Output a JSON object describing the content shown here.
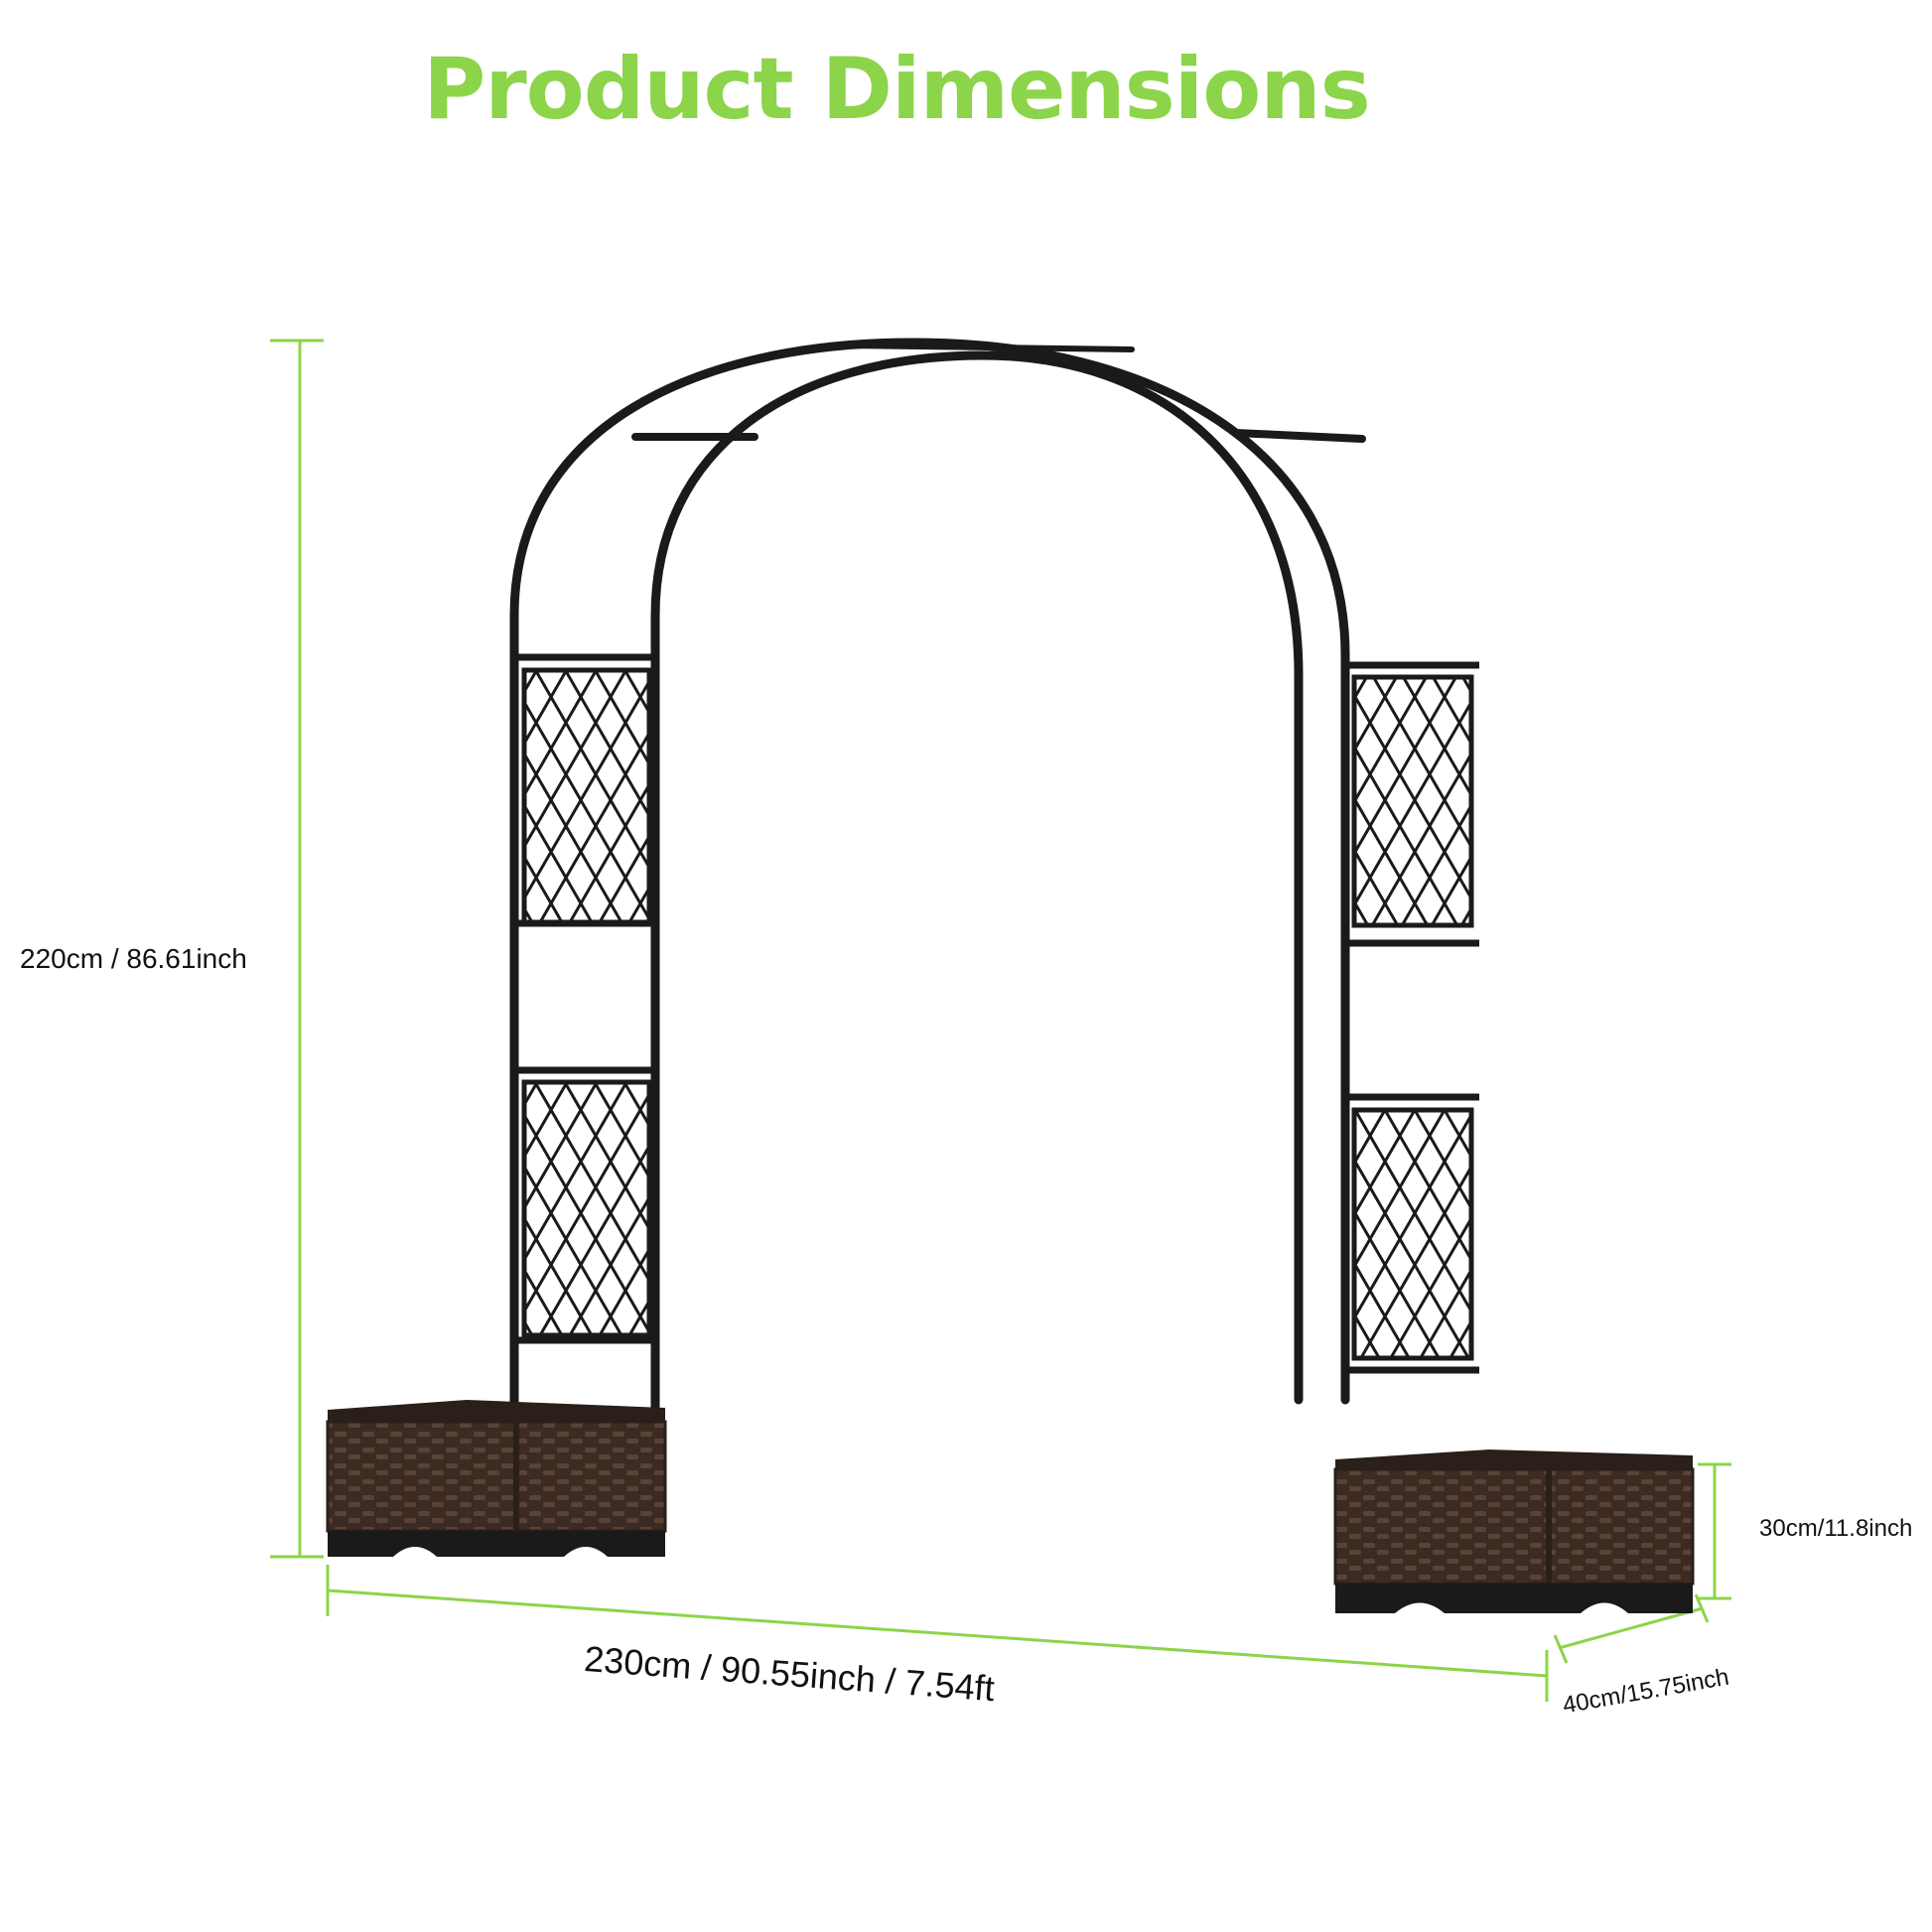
{
  "title": "Product Dimensions",
  "colors": {
    "accent": "#8cd44a",
    "frame": "#1a1a1a",
    "planter": "#3b2b22",
    "planter_weave": "#5a4236"
  },
  "dimensions": {
    "height": "220cm / 86.61inch",
    "width": "230cm / 90.55inch / 7.54ft",
    "depth": "40cm/15.75inch",
    "planter_height": "30cm/11.8inch"
  }
}
